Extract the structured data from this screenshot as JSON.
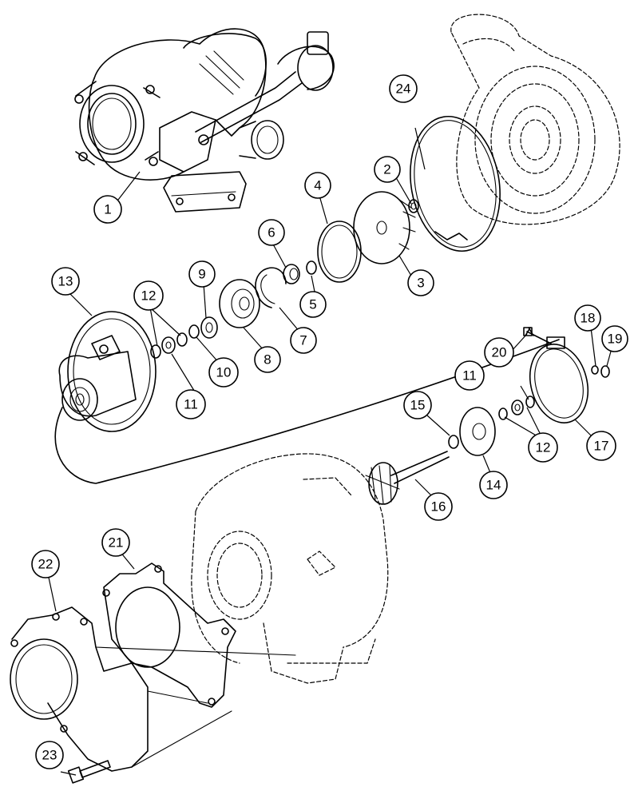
{
  "callouts": [
    {
      "id": "c1",
      "label": "1"
    },
    {
      "id": "c2",
      "label": "2"
    },
    {
      "id": "c3",
      "label": "3"
    },
    {
      "id": "c4",
      "label": "4"
    },
    {
      "id": "c5",
      "label": "5"
    },
    {
      "id": "c6",
      "label": "6"
    },
    {
      "id": "c7",
      "label": "7"
    },
    {
      "id": "c8",
      "label": "8"
    },
    {
      "id": "c9",
      "label": "9"
    },
    {
      "id": "c10",
      "label": "10"
    },
    {
      "id": "c11a",
      "label": "11"
    },
    {
      "id": "c11b",
      "label": "11"
    },
    {
      "id": "c12a",
      "label": "12"
    },
    {
      "id": "c12b",
      "label": "12"
    },
    {
      "id": "c13",
      "label": "13"
    },
    {
      "id": "c14",
      "label": "14"
    },
    {
      "id": "c15",
      "label": "15"
    },
    {
      "id": "c16",
      "label": "16"
    },
    {
      "id": "c17",
      "label": "17"
    },
    {
      "id": "c18",
      "label": "18"
    },
    {
      "id": "c19",
      "label": "19"
    },
    {
      "id": "c20",
      "label": "20"
    },
    {
      "id": "c21",
      "label": "21"
    },
    {
      "id": "c22",
      "label": "22"
    },
    {
      "id": "c23",
      "label": "23"
    },
    {
      "id": "c24",
      "label": "24"
    }
  ]
}
